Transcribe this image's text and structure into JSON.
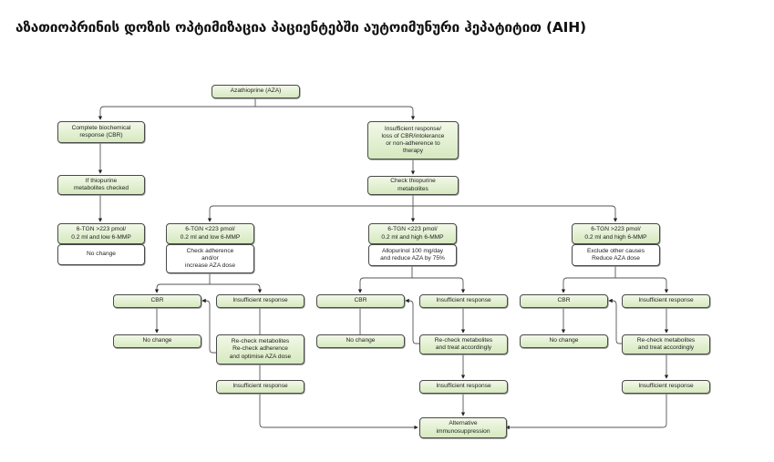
{
  "title": "აზათიოპრინის დოზის ოპტიმიზაცია პაციენტებში აუტოიმუნური ჰეპატიტით (AIH)",
  "colors": {
    "box_fill": "#d6e9bf",
    "box_border": "#4a4a4a",
    "line": "#555555"
  },
  "flowchart": {
    "root": "Azathioprine (AZA)",
    "left_branch": {
      "response": "Complete biochemical\nresponse (CBR)",
      "check": "If thiopurine\nmetabolites checked",
      "condition": "6-TGN >223 pmol/\n0.2 ml and low 6-MMP",
      "action": "No change"
    },
    "right_branch": {
      "response": "Insufficient response/\nloss of CBR/intolerance\nor non-adherence to\ntherapy",
      "check": "Check thiopurine\nmetabolites"
    },
    "columns": [
      {
        "condition": "6-TGN <223 pmol/\n0.2 ml and low 6-MMP",
        "action": "Check adherence\nand/or\nincrease AZA dose",
        "cbr": "CBR",
        "insufficient": "Insufficient response",
        "no_change": "No change",
        "recheck": "Re-check metabolites\nRe-check adherence\nand optimise AZA dose",
        "insufficient2": "Insufficient response"
      },
      {
        "condition": "6-TGN <223 pmol/\n0.2 ml and high 6-MMP",
        "action": "Allopurinol 100 mg/day\nand reduce AZA by 75%",
        "cbr": "CBR",
        "insufficient": "Insufficient response",
        "no_change": "No change",
        "recheck": "Re-check metabolites\nand treat accordingly",
        "insufficient2": "Insufficient response"
      },
      {
        "condition": "6-TGN >223 pmol/\n0.2 ml and high 6-MMP",
        "action": "Exclude other causes\nReduce AZA dose",
        "cbr": "CBR",
        "insufficient": "Insufficient response",
        "no_change": "No change",
        "recheck": "Re-check metabolites\nand treat accordingly",
        "insufficient2": "Insufficient response"
      }
    ],
    "final": "Alternative\nimmunosuppression"
  }
}
